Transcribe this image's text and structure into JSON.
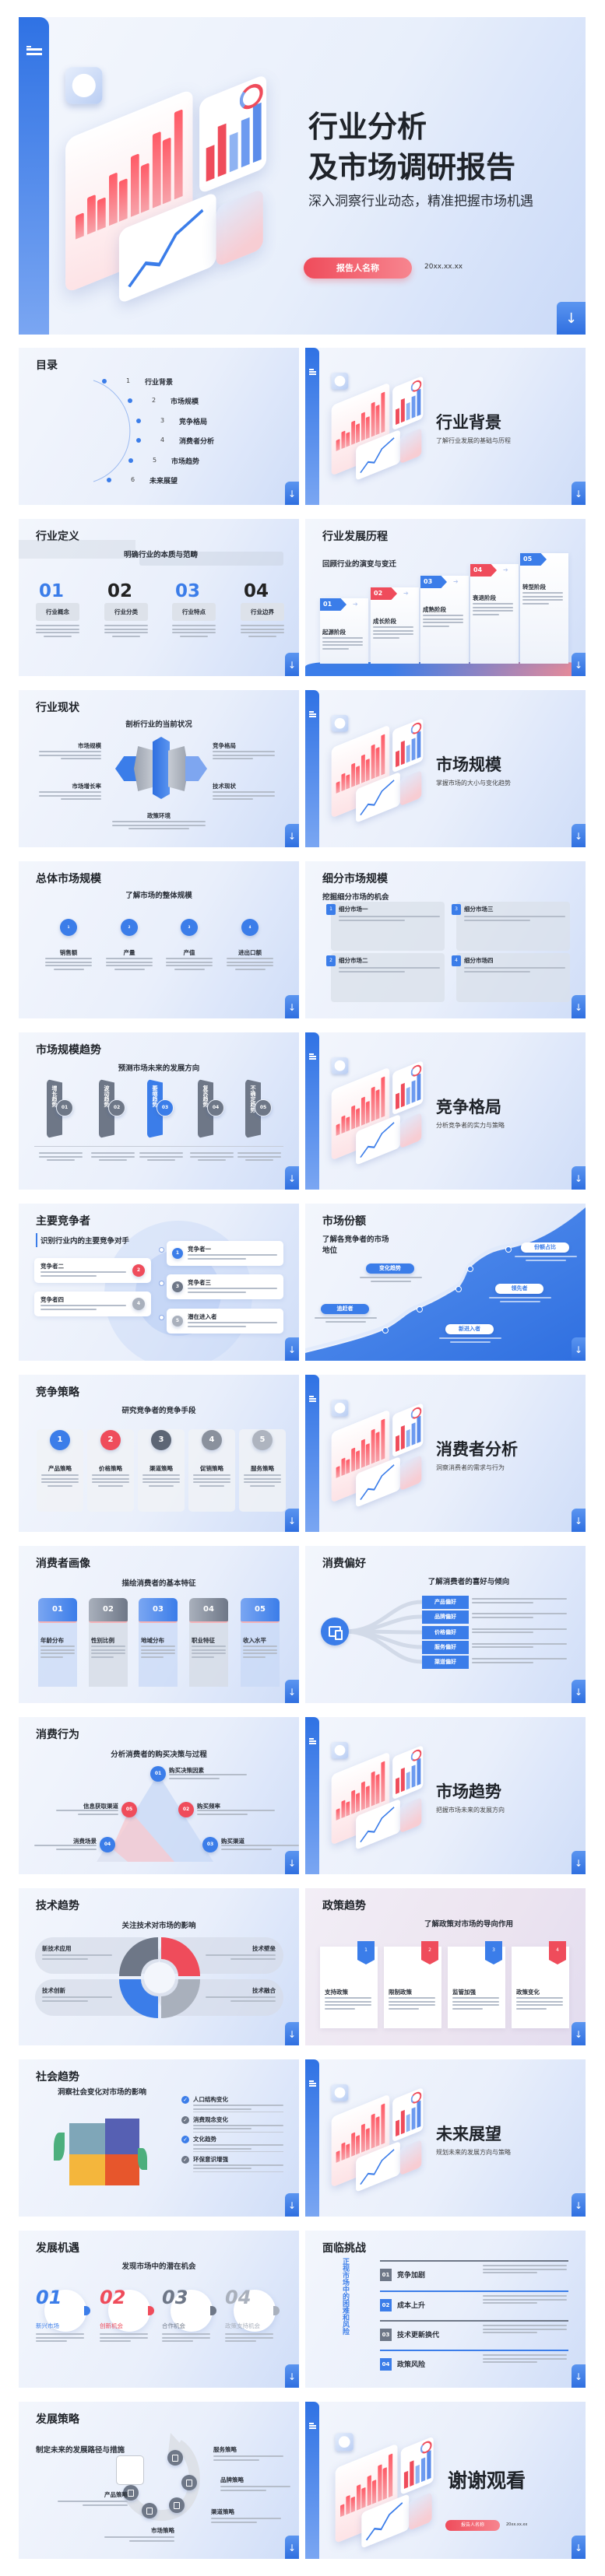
{
  "colors": {
    "primary_blue": "#3b7de9",
    "accent_red": "#ef4c5b",
    "dark_gray": "#6e7787",
    "light_gray": "#a9b0bc",
    "bg_light": "#eef3fc",
    "bg_blue": "#c9d9f8"
  },
  "hero": {
    "title_line1": "行业分析",
    "title_line2": "及市场调研报告",
    "subtitle": "深入洞察行业动态，精准把握市场机遇",
    "presenter_button": "报告人名称",
    "date": "20xx.xx.xx"
  },
  "slides": [
    {
      "type": "toc",
      "title": "目录",
      "items": [
        {
          "num": "1",
          "label": "行业背景"
        },
        {
          "num": "2",
          "label": "市场规模"
        },
        {
          "num": "3",
          "label": "竞争格局"
        },
        {
          "num": "4",
          "label": "消费者分析"
        },
        {
          "num": "5",
          "label": "市场趋势"
        },
        {
          "num": "6",
          "label": "未来展望"
        }
      ]
    },
    {
      "type": "section",
      "title": "行业背景",
      "subtitle": "了解行业发展的基础与历程"
    },
    {
      "type": "definition",
      "title": "行业定义",
      "subtitle": "明确行业的本质与范畴",
      "items": [
        {
          "num": "01",
          "label": "行业概念"
        },
        {
          "num": "02",
          "label": "行业分类"
        },
        {
          "num": "03",
          "label": "行业特点"
        },
        {
          "num": "04",
          "label": "行业边界"
        }
      ]
    },
    {
      "type": "history",
      "title": "行业发展历程",
      "subtitle": "回顾行业的演变与变迁",
      "items": [
        {
          "num": "01",
          "label": "起源阶段"
        },
        {
          "num": "02",
          "label": "成长阶段"
        },
        {
          "num": "03",
          "label": "成熟阶段"
        },
        {
          "num": "04",
          "label": "衰退阶段"
        },
        {
          "num": "05",
          "label": "转型阶段"
        }
      ]
    },
    {
      "type": "status",
      "title": "行业现状",
      "subtitle": "剖析行业的当前状况",
      "items": [
        {
          "label": "市场规模"
        },
        {
          "label": "市场增长率"
        },
        {
          "label": "竞争格局"
        },
        {
          "label": "技术现状"
        },
        {
          "label": "政策环境"
        }
      ]
    },
    {
      "type": "section",
      "title": "市场规模",
      "subtitle": "掌握市场的大小与变化趋势"
    },
    {
      "type": "total",
      "title": "总体市场规模",
      "subtitle": "了解市场的整体规模",
      "items": [
        {
          "num": "1",
          "label": "销售额"
        },
        {
          "num": "2",
          "label": "产量"
        },
        {
          "num": "3",
          "label": "产值"
        },
        {
          "num": "4",
          "label": "进出口额"
        }
      ]
    },
    {
      "type": "segments",
      "title": "细分市场规模",
      "subtitle": "挖掘细分市场的机会",
      "items": [
        {
          "num": "1",
          "label": "细分市场一"
        },
        {
          "num": "3",
          "label": "细分市场三"
        },
        {
          "num": "2",
          "label": "细分市场二"
        },
        {
          "num": "4",
          "label": "细分市场四"
        }
      ]
    },
    {
      "type": "trends",
      "title": "市场规模趋势",
      "subtitle": "预测市场未来的发展方向",
      "items": [
        {
          "num": "01",
          "label": "增长趋势"
        },
        {
          "num": "02",
          "label": "波动趋势"
        },
        {
          "num": "03",
          "label": "萎缩趋势"
        },
        {
          "num": "04",
          "label": "复苏趋势"
        },
        {
          "num": "05",
          "label": "不确定趋势"
        }
      ]
    },
    {
      "type": "section",
      "title": "竞争格局",
      "subtitle": "分析竞争者的实力与策略"
    },
    {
      "type": "competitors",
      "title": "主要竞争者",
      "subtitle": "识别行业内的主要竞争对手",
      "items": [
        {
          "num": "1",
          "label": "竞争者一"
        },
        {
          "num": "2",
          "label": "竞争者二"
        },
        {
          "num": "3",
          "label": "竞争者三"
        },
        {
          "num": "4",
          "label": "竞争者四"
        },
        {
          "num": "5",
          "label": "潜在进入者"
        }
      ]
    },
    {
      "type": "share",
      "title": "市场份额",
      "subtitle": "了解各竞争者的市场地位",
      "items": [
        {
          "label": "份额占比"
        },
        {
          "label": "变化趋势"
        },
        {
          "label": "领先者"
        },
        {
          "label": "追赶者"
        },
        {
          "label": "新进入者"
        }
      ]
    },
    {
      "type": "strategy",
      "title": "竞争策略",
      "subtitle": "研究竞争者的竞争手段",
      "items": [
        {
          "num": "1",
          "label": "产品策略"
        },
        {
          "num": "2",
          "label": "价格策略"
        },
        {
          "num": "3",
          "label": "渠道策略"
        },
        {
          "num": "4",
          "label": "促销策略"
        },
        {
          "num": "5",
          "label": "服务策略"
        }
      ]
    },
    {
      "type": "section",
      "title": "消费者分析",
      "subtitle": "洞察消费者的需求与行为"
    },
    {
      "type": "persona",
      "title": "消费者画像",
      "subtitle": "描绘消费者的基本特征",
      "items": [
        {
          "num": "01",
          "label": "年龄分布"
        },
        {
          "num": "02",
          "label": "性别比例"
        },
        {
          "num": "03",
          "label": "地域分布"
        },
        {
          "num": "04",
          "label": "职业特征"
        },
        {
          "num": "05",
          "label": "收入水平"
        }
      ]
    },
    {
      "type": "preference",
      "title": "消费偏好",
      "subtitle": "了解消费者的喜好与倾向",
      "items": [
        {
          "label": "产品偏好"
        },
        {
          "label": "品牌偏好"
        },
        {
          "label": "价格偏好"
        },
        {
          "label": "服务偏好"
        },
        {
          "label": "渠道偏好"
        }
      ]
    },
    {
      "type": "behavior",
      "title": "消费行为",
      "subtitle": "分析消费者的购买决策与过程",
      "items": [
        {
          "num": "01",
          "label": "购买决策因素"
        },
        {
          "num": "02",
          "label": "购买频率"
        },
        {
          "num": "03",
          "label": "购买渠道"
        },
        {
          "num": "04",
          "label": "消费场景"
        },
        {
          "num": "05",
          "label": "信息获取渠道"
        }
      ]
    },
    {
      "type": "section",
      "title": "市场趋势",
      "subtitle": "把握市场未来的发展方向"
    },
    {
      "type": "tech",
      "title": "技术趋势",
      "subtitle": "关注技术对市场的影响",
      "items": [
        {
          "label": "新技术应用"
        },
        {
          "label": "技术壁垒"
        },
        {
          "label": "技术创新"
        },
        {
          "label": "技术融合"
        }
      ]
    },
    {
      "type": "policy",
      "title": "政策趋势",
      "subtitle": "了解政策对市场的导向作用",
      "items": [
        {
          "num": "1",
          "label": "支持政策"
        },
        {
          "num": "2",
          "label": "限制政策"
        },
        {
          "num": "3",
          "label": "监管加强"
        },
        {
          "num": "4",
          "label": "政策变化"
        }
      ]
    },
    {
      "type": "social",
      "title": "社会趋势",
      "subtitle": "洞察社会变化对市场的影响",
      "items": [
        {
          "label": "人口结构变化"
        },
        {
          "label": "消费观念变化"
        },
        {
          "label": "文化趋势"
        },
        {
          "label": "环保意识增强"
        }
      ]
    },
    {
      "type": "section",
      "title": "未来展望",
      "subtitle": "规划未来的发展方向与策略"
    },
    {
      "type": "opps",
      "title": "发展机遇",
      "subtitle": "发现市场中的潜在机会",
      "items": [
        {
          "num": "01",
          "label": "新兴市场"
        },
        {
          "num": "02",
          "label": "创新机会"
        },
        {
          "num": "03",
          "label": "合作机会"
        },
        {
          "num": "04",
          "label": "政策支持机会"
        }
      ]
    },
    {
      "type": "challenges",
      "title": "面临挑战",
      "subtitle": "正视市场中的困难和风险",
      "items": [
        {
          "num": "01",
          "label": "竞争加剧"
        },
        {
          "num": "02",
          "label": "成本上升"
        },
        {
          "num": "03",
          "label": "技术更新换代"
        },
        {
          "num": "04",
          "label": "政策风险"
        }
      ]
    },
    {
      "type": "devstrategy",
      "title": "发展策略",
      "subtitle": "制定未来的发展路径与措施",
      "items": [
        {
          "label": "服务策略"
        },
        {
          "label": "品牌策略"
        },
        {
          "label": "渠道策略"
        },
        {
          "label": "市场策略"
        },
        {
          "label": "产品策略"
        }
      ]
    },
    {
      "type": "thanks",
      "title": "谢谢观看",
      "presenter_button": "报告人名称",
      "date": "20xx.xx.xx"
    }
  ],
  "icons": {
    "slide_nav": "arrow-down-icon",
    "menu": "hamburger-menu-icon",
    "check": "check-circle-icon"
  }
}
